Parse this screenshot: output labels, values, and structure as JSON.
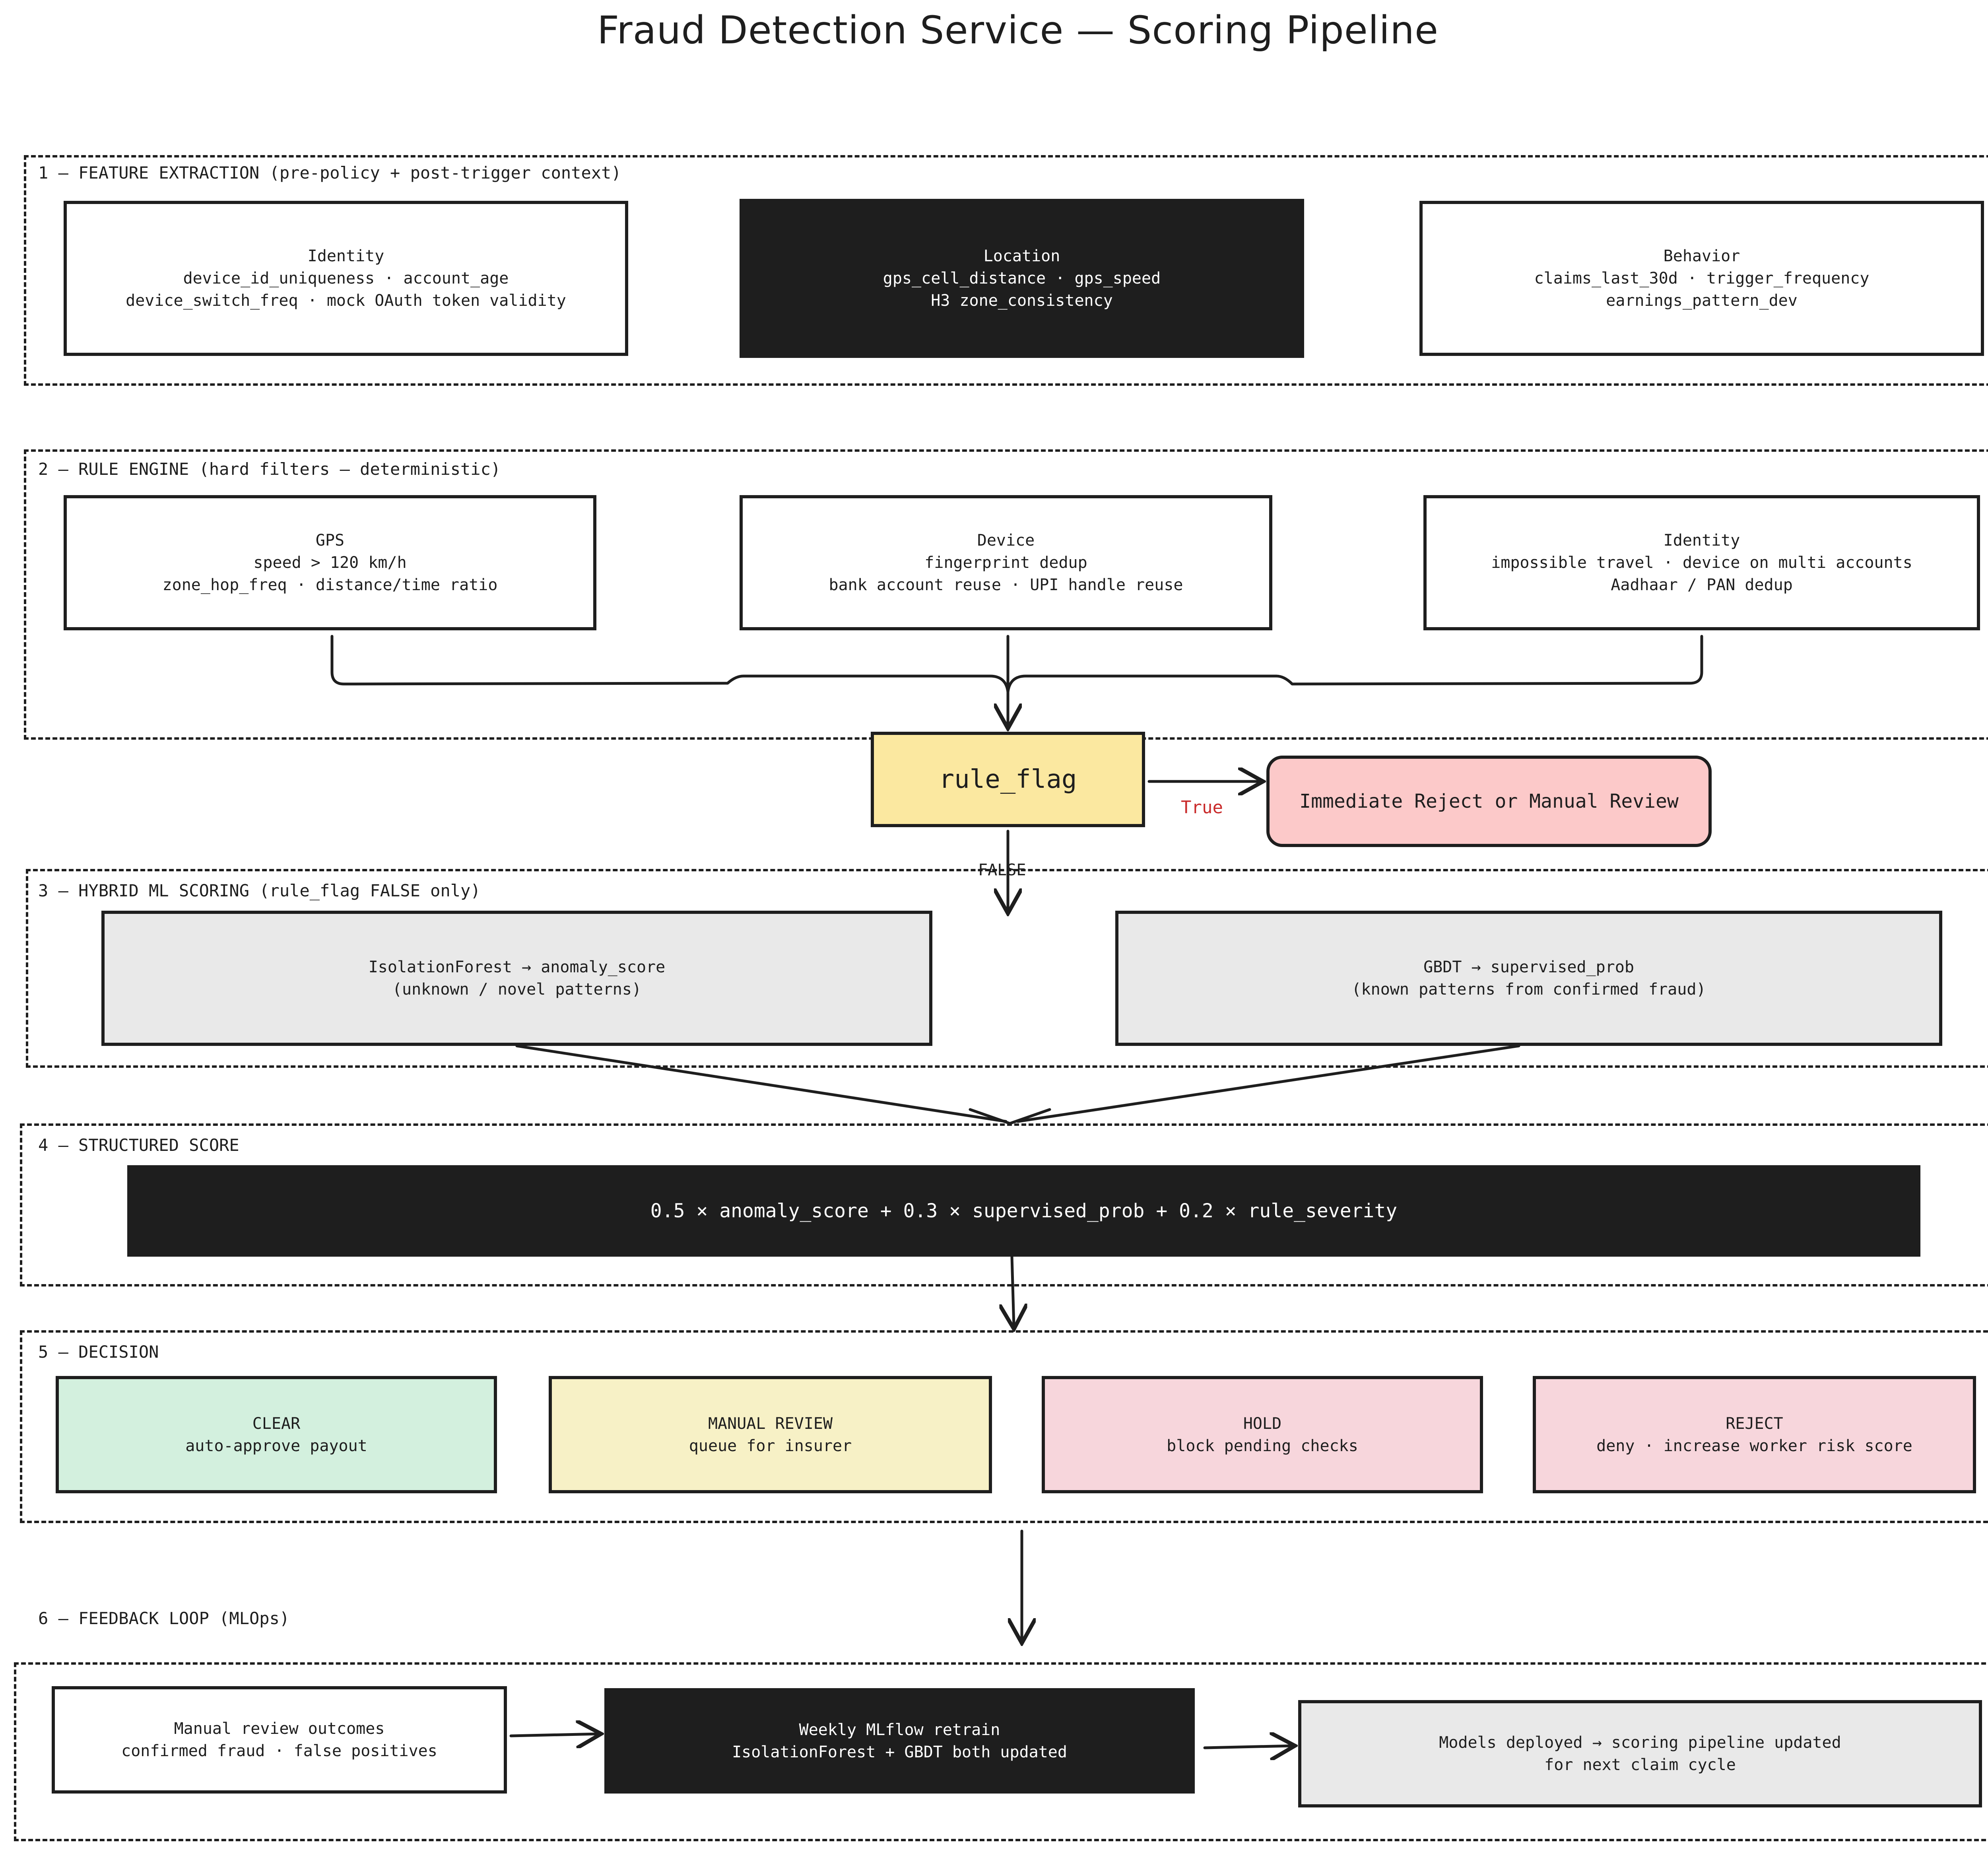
{
  "title": "Fraud Detection Service — Scoring Pipeline",
  "sections": {
    "feature": {
      "label": "1 — FEATURE EXTRACTION  (pre-policy + post-trigger context)"
    },
    "rule": {
      "label": "2 — RULE ENGINE  (hard filters — deterministic)"
    },
    "ml": {
      "label": "3 — HYBRID ML SCORING  (rule_flag FALSE only)"
    },
    "score": {
      "label": "4 — STRUCTURED SCORE"
    },
    "decision": {
      "label": "5 — DECISION"
    },
    "feedback": {
      "label": "6 — FEEDBACK LOOP  (MLOps)"
    }
  },
  "feature_boxes": [
    {
      "title": "Identity",
      "lines": [
        "device_id_uniqueness · account_age",
        "device_switch_freq · mock OAuth token validity"
      ]
    },
    {
      "title": "Location",
      "lines": [
        "gps_cell_distance · gps_speed",
        "H3 zone_consistency"
      ]
    },
    {
      "title": "Behavior",
      "lines": [
        "claims_last_30d · trigger_frequency",
        "earnings_pattern_dev"
      ]
    }
  ],
  "rule_boxes": [
    {
      "title": "GPS",
      "lines": [
        "speed > 120 km/h",
        "zone_hop_freq · distance/time ratio"
      ]
    },
    {
      "title": "Device",
      "lines": [
        "fingerprint dedup",
        "bank account reuse · UPI handle reuse"
      ]
    },
    {
      "title": "Identity",
      "lines": [
        "impossible travel · device on multi accounts",
        "Aadhaar / PAN dedup"
      ]
    }
  ],
  "rule_flag": "rule_flag",
  "true_label": "True",
  "false_label": "FALSE",
  "reject_review": "Immediate Reject or Manual Review",
  "ml_boxes": [
    {
      "title": "IsolationForest  →  anomaly_score",
      "lines": [
        "(unknown / novel patterns)"
      ]
    },
    {
      "title": "GBDT  →  supervised_prob",
      "lines": [
        "(known patterns from confirmed fraud)"
      ]
    }
  ],
  "score_formula": "0.5 × anomaly_score  +  0.3 × supervised_prob  +  0.2 × rule_severity",
  "decisions": [
    {
      "title": "CLEAR",
      "desc": "auto-approve payout",
      "color": "#d3f0de"
    },
    {
      "title": "MANUAL REVIEW",
      "desc": "queue for insurer",
      "color": "#f7f1c6"
    },
    {
      "title": "HOLD",
      "desc": "block pending checks",
      "color": "#f7d6dc"
    },
    {
      "title": "REJECT",
      "desc": "deny · increase worker risk score",
      "color": "#f7d6dc"
    }
  ],
  "feedback_boxes": [
    {
      "lines": [
        "Manual review outcomes",
        "confirmed fraud · false positives"
      ]
    },
    {
      "lines": [
        "Weekly MLflow retrain",
        "IsolationForest + GBDT both updated"
      ]
    },
    {
      "lines": [
        "Models deployed  →  scoring pipeline updated",
        "for next claim cycle"
      ]
    }
  ],
  "colors": {
    "stroke": "#1e1e1e",
    "true_label": "#c92a2a",
    "flag_fill": "#fbe8a0",
    "reject_fill": "#fcc9c9"
  }
}
